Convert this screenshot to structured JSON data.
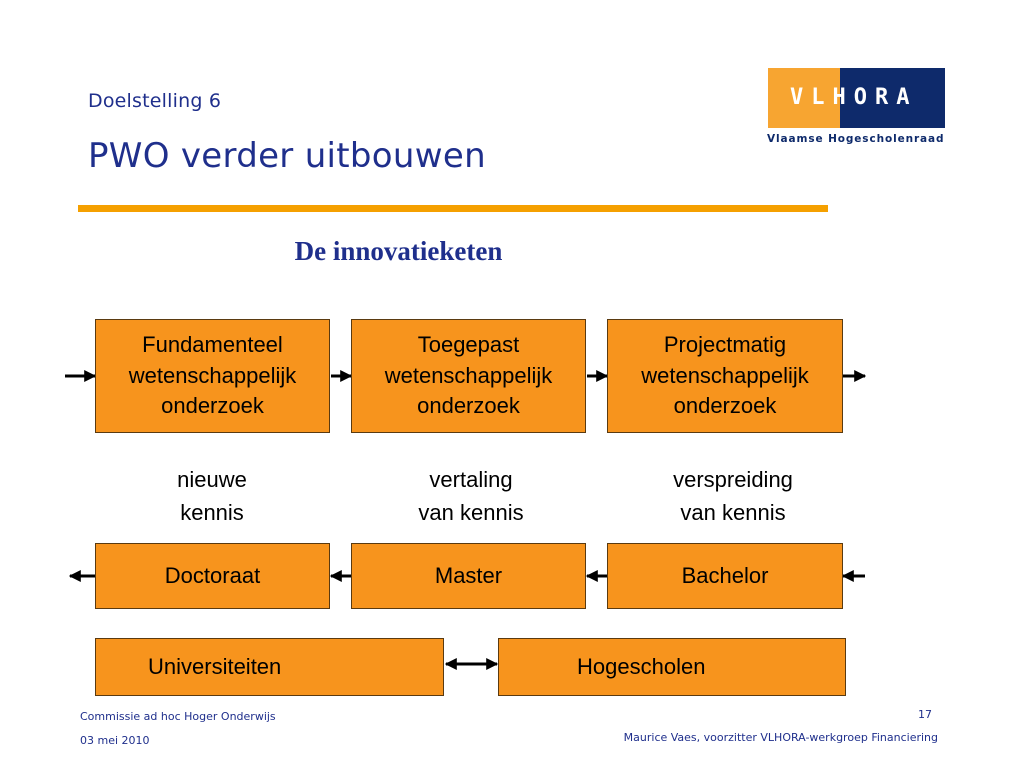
{
  "header": {
    "subtitle": "Doelstelling 6",
    "title": "PWO verder uitbouwen",
    "section_heading": "De innovatieketen"
  },
  "logo": {
    "wordmark": "VLHORA",
    "tagline": "Vlaamse Hogescholenraad",
    "colors": {
      "orange": "#f7a531",
      "navy": "#0e2a6b"
    }
  },
  "diagram": {
    "research_boxes": [
      {
        "line1": "Fundamenteel",
        "line2": "wetenschappelijk",
        "line3": "onderzoek"
      },
      {
        "line1": "Toegepast",
        "line2": "wetenschappelijk",
        "line3": "onderzoek"
      },
      {
        "line1": "Projectmatig",
        "line2": "wetenschappelijk",
        "line3": "onderzoek"
      }
    ],
    "captions": [
      {
        "line1": "nieuwe",
        "line2": "kennis"
      },
      {
        "line1": "vertaling",
        "line2": "van kennis"
      },
      {
        "line1": "verspreiding",
        "line2": "van kennis"
      }
    ],
    "degree_boxes": [
      "Doctoraat",
      "Master",
      "Bachelor"
    ],
    "institution_boxes": [
      "Universiteiten",
      "Hogescholen"
    ],
    "colors": {
      "box_fill": "#f7941d",
      "box_border": "#5a3a10",
      "accent": "#f5a000",
      "heading": "#1f2f8c"
    }
  },
  "footer": {
    "left_top": "Commissie ad hoc Hoger Onderwijs",
    "left_bottom": "03 mei 2010",
    "page_number": "17",
    "right_bottom": "Maurice Vaes, voorzitter VLHORA-werkgroep Financiering"
  }
}
